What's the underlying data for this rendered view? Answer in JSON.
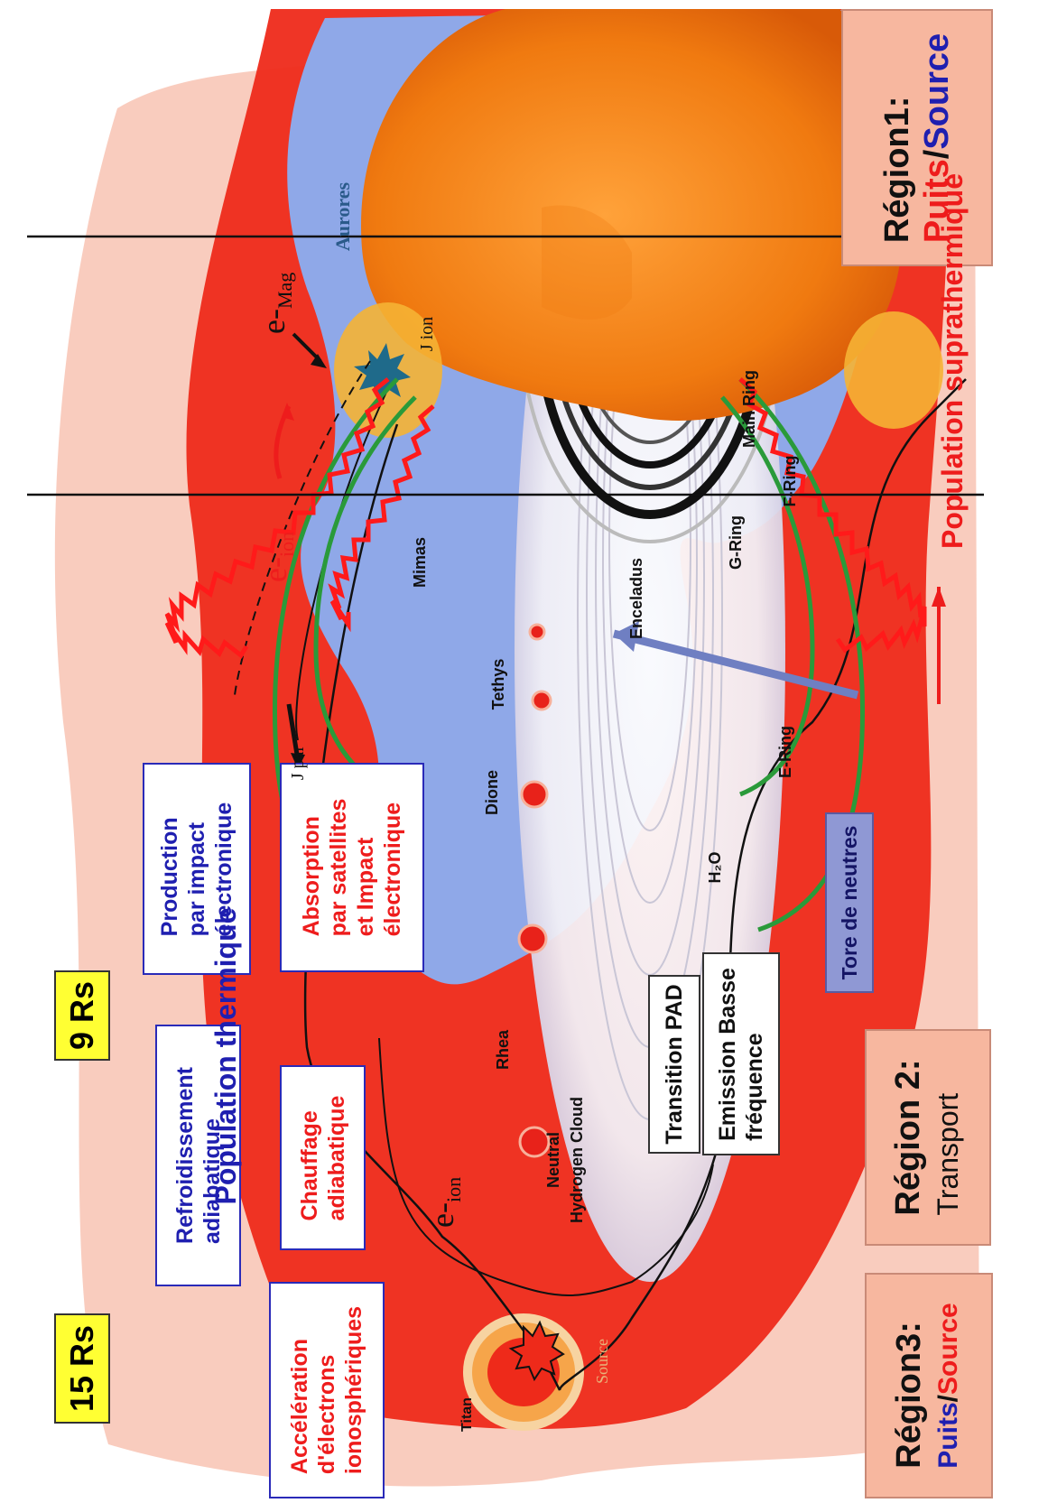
{
  "markers": {
    "rs9": "9 Rs",
    "rs15": "15 Rs"
  },
  "boxes": {
    "production": [
      "Production",
      "par impact",
      "électronique"
    ],
    "absorption": [
      "Absorption",
      "par satellites",
      "et Impact",
      "électronique"
    ],
    "refroidissement": [
      "Refroidissement",
      "adiabatique"
    ],
    "chauffage": [
      "Chauffage",
      "adiabatique"
    ],
    "acceleration": [
      "Accélération",
      "d'électrons",
      "ionosphériques"
    ],
    "transition": "Transition PAD",
    "emission": [
      "Emission Basse",
      "fréquence"
    ],
    "tore": "Tore de neutres"
  },
  "regions": {
    "r1_title": "Région1:",
    "r1_sub_a": "Puits",
    "r1_sub_sep": "/",
    "r1_sub_b": "Source",
    "r2_title": "Région 2:",
    "r2_sub": "Transport",
    "r3_title": "Région3:",
    "r3_sub_a": "Puits",
    "r3_sub_sep": "/",
    "r3_sub_b": "Source"
  },
  "population": {
    "thermique": "Population  thermique",
    "suprathermique": "Population  suprathermique"
  },
  "labels": {
    "e_mag": "e",
    "e_mag_sub": "Mag",
    "e_ion": "e",
    "e_ion_sub": "ion",
    "e_ion2": "e",
    "e_ion2_sub": "ion",
    "e_minus": "-",
    "aurores": "Aurores",
    "j_ion": "J ion",
    "j_par": "J par",
    "source": "Source",
    "titan": "Titan",
    "neutral_cloud": [
      "Neutral",
      "Hydrogen Cloud"
    ],
    "rhea": "Rhea",
    "h2o": "H₂O",
    "dione": "Dione",
    "tethys": "Tethys",
    "enceladus": "Enceladus",
    "mimas": "Mimas",
    "main_ring": "Main Ring",
    "g_ring": "G-Ring",
    "e_ring": "E-Ring",
    "f_ring": "F-Ring"
  },
  "colors": {
    "plasma_red": "#ee2a1a",
    "torus_blue": "#8fa8e8",
    "planet_orange": "#f07a10",
    "marker_yellow": "#ffff33",
    "region_bg": "#f7b79f",
    "text_blue": "#1f1fb0",
    "text_red": "#ee1c1c",
    "wave_red": "#ff1a1a",
    "wave_green": "#2a9a3a"
  }
}
